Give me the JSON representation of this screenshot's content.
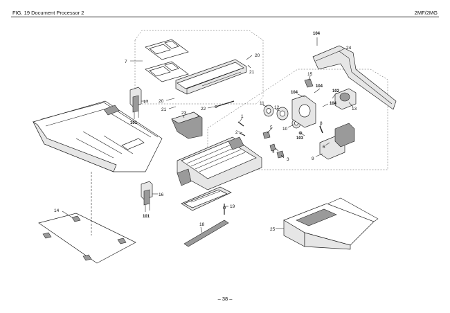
{
  "header": {
    "figure_title": "FIG. 19  Document Processor 2",
    "model": "2MF/2MG"
  },
  "footer": {
    "page_number": "– 38 –"
  },
  "callouts": {
    "c1": "1",
    "c2": "2",
    "c3": "3",
    "c4": "4",
    "c5": "5",
    "c6": "6",
    "c7": "7",
    "c8": "8",
    "c9": "9",
    "c10": "10",
    "c11": "11",
    "c12": "12",
    "c13": "13",
    "c14": "14",
    "c15": "15",
    "c16": "16",
    "c17": "17",
    "c18": "18",
    "c19": "19",
    "c20a": "20",
    "c20b": "20",
    "c21a": "21",
    "c21b": "21",
    "c22": "22",
    "c23": "23",
    "c24": "24",
    "c25": "25",
    "c101a": "101",
    "c101b": "101",
    "c102": "102",
    "c103": "103",
    "c104a": "104",
    "c104b": "104",
    "c104c": "104",
    "c104d": "104"
  }
}
